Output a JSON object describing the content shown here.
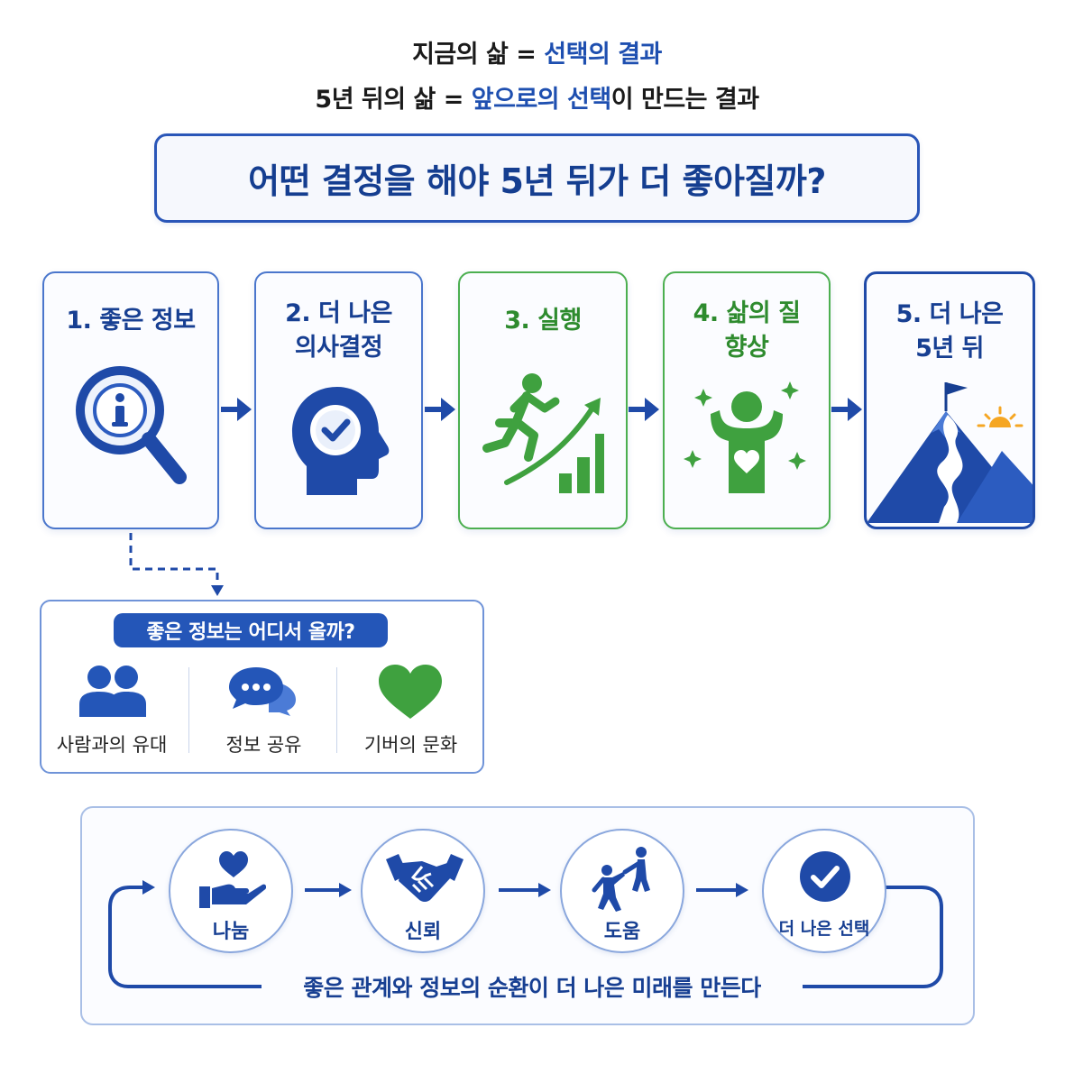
{
  "header": {
    "line1": {
      "left": "지금의 삶 = ",
      "highlight": "선택의 결과"
    },
    "line2": {
      "left": "5년 뒤의 삶 = ",
      "highlight": "앞으로의 선택",
      "right": "이 만드는 결과"
    }
  },
  "question": "어떤 결정을 해야 5년 뒤가 더 좋아질까?",
  "steps": [
    {
      "line1": "1. 좋은 정보",
      "line2": "",
      "icon": "magnifier-info-icon"
    },
    {
      "line1": "2. 더 나은",
      "line2": "의사결정",
      "icon": "head-check-icon"
    },
    {
      "line1": "3. 실행",
      "line2": "",
      "icon": "runner-growth-icon"
    },
    {
      "line1": "4. 삶의 질",
      "line2": "향상",
      "icon": "person-heart-icon"
    },
    {
      "line1": "5. 더 나은",
      "line2": "5년 뒤",
      "icon": "mountain-flag-icon"
    }
  ],
  "sources": {
    "title": "좋은 정보는 어디서 올까?",
    "items": [
      {
        "label": "사람과의 유대",
        "icon": "people-icon"
      },
      {
        "label": "정보 공유",
        "icon": "chat-bubbles-icon"
      },
      {
        "label": "기버의 문화",
        "icon": "heart-icon"
      }
    ]
  },
  "cycle": {
    "items": [
      {
        "label": "나눔",
        "icon": "hand-heart-icon"
      },
      {
        "label": "신뢰",
        "icon": "handshake-icon"
      },
      {
        "label": "도움",
        "icon": "helping-climb-icon"
      },
      {
        "label": "더 나은 선택",
        "icon": "check-circle-icon"
      }
    ],
    "caption": "좋은 관계와 정보의 순환이 더 나은 미래를 만든다"
  },
  "colors": {
    "primary": "#1f4aa8",
    "primary_dark": "#173f92",
    "green": "#3fa13f",
    "sun": "#f5a623"
  }
}
